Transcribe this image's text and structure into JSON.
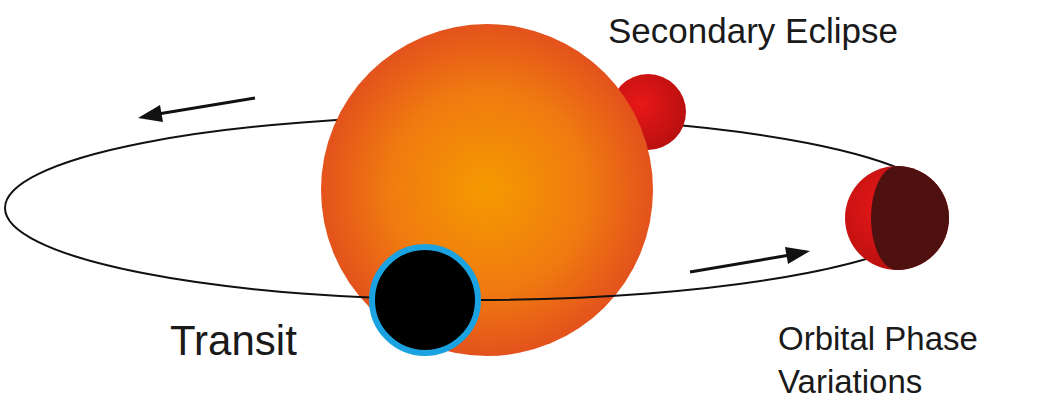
{
  "diagram": {
    "labels": [
      "Secondary Eclipse",
      "Transit",
      "Orbital Phase Variations"
    ]
  }
}
